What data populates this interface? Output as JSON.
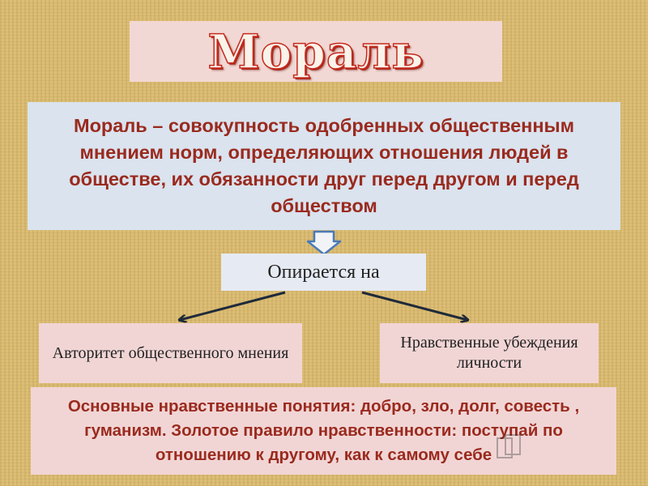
{
  "title": "Мораль",
  "definition": "Мораль – совокупность  одобренных общественным мнением норм, определяющих отношения людей в обществе, их обязанности друг перед другом и перед обществом",
  "basis": "Опирается на",
  "left_node": "Авторитет общественного мнения",
  "right_node": "Нравственные убеждения личности",
  "concepts": "Основные нравственные понятия: добро, зло, долг, совесть , гуманизм. Золотое правило нравственности: поступай по отношению к другому, как к самому себе",
  "colors": {
    "title_fill": "#f9f3ea",
    "title_stroke": "#c62a1e",
    "emphasis_text": "#9a2a1e",
    "arrow_dark": "#1f2a3a",
    "down_arrow_stroke": "#4a7ab8"
  }
}
